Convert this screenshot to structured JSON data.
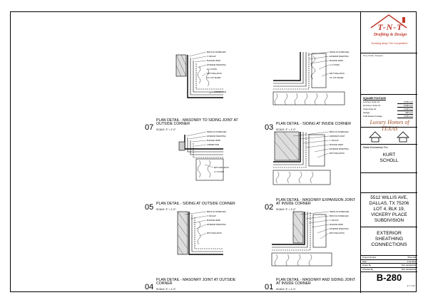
{
  "firm": {
    "logo_main": "T-N-T",
    "logo_sub": "Drafting & Design",
    "tagline": "\"Drawing Away The Competition\"",
    "contact_note": "Terry Corbin, Designer",
    "partner_logo": "Luxury Homes of TEXAS"
  },
  "square_footage": {
    "title": "SQUARE FOOTAGE",
    "rows": [
      {
        "label": "1st Floor Under Air",
        "value": "0,000 sq ft"
      },
      {
        "label": "2nd Floor Under Air",
        "value": "0,000 sq ft"
      },
      {
        "label": "Total Under Air",
        "value": "0,000 sq ft"
      },
      {
        "label": "Garage",
        "value": "000 sq ft"
      },
      {
        "label": "Total Square Footage",
        "value": "0,000 sq ft"
      }
    ]
  },
  "client": {
    "made_for_label": "Made Exclusively For:",
    "first": "KURT",
    "last": "SCHOLL"
  },
  "address": {
    "line1": "5512 WILLIS AVE,",
    "line2": "DALLAS, TX 75206",
    "line3": "LOT 4, BLK 19,",
    "line4": "VICKERY PLACE",
    "line5": "SUBDIVISION"
  },
  "sheet_title": {
    "line1": "EXTERIOR",
    "line2": "SHEATHING",
    "line3": "CONNECTIONS"
  },
  "project_info": [
    {
      "label": "Project Number",
      "value": "5512 Will"
    },
    {
      "label": "Date",
      "value": "3.22.2011"
    },
    {
      "label": "Drawn By",
      "value": "TAG GILKESON"
    },
    {
      "label": "Checked By",
      "value": "TAG GILKESON"
    }
  ],
  "sheet_number": "B-280",
  "sheet_scale": "3\" = 1'-0\"",
  "details": [
    {
      "num": "07",
      "title": "PLAN DETAIL - MASONRY TO SIDING JOINT AT OUTSIDE CORNER",
      "scale": "SCALE: 3\" = 1'-0\""
    },
    {
      "num": "03",
      "title": "PLAN DETAIL - SIDING AT INSIDE CORNER",
      "scale": "SCALE: 3\" = 1'-0\""
    },
    {
      "num": "05",
      "title": "PLAN DETAIL - SIDING AT OUTSIDE CORNER",
      "scale": "SCALE: 3\" = 1'-0\""
    },
    {
      "num": "02",
      "title": "PLAN DETAIL - MASONRY EXPANSION JOINT AT INSIDE CORNER",
      "scale": "SCALE: 3\" = 1'-0\""
    },
    {
      "num": "04",
      "title": "PLAN DETAIL - MASONRY JOINT AT OUTSIDE CORNER",
      "scale": "SCALE: 3\" = 1'-0\""
    },
    {
      "num": "01",
      "title": "PLAN DETAIL - MASONRY AND SIDING JOINT AT INSIDE CORNER",
      "scale": "SCALE: 3\" = 1'-0\""
    }
  ]
}
